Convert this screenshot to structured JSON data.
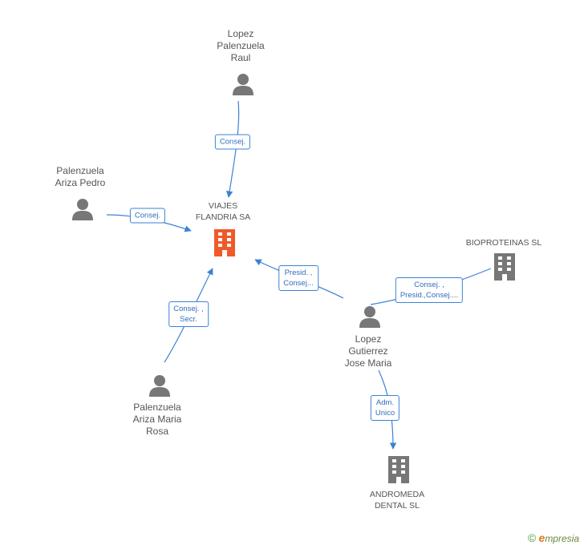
{
  "nodes": {
    "viajes": {
      "label": "VIAJES\nFLANDRIA SA",
      "type": "company",
      "highlight": true
    },
    "lopez_raul": {
      "label": "Lopez\nPalenzuela\nRaul",
      "type": "person"
    },
    "palenzuela_pedro": {
      "label": "Palenzuela\nAriza Pedro",
      "type": "person"
    },
    "palenzuela_rosa": {
      "label": "Palenzuela\nAriza Maria\nRosa",
      "type": "person"
    },
    "lopez_jose": {
      "label": "Lopez\nGutierrez\nJose Maria",
      "type": "person"
    },
    "bioproteinas": {
      "label": "BIOPROTEINAS SL",
      "type": "company"
    },
    "andromeda": {
      "label": "ANDROMEDA\nDENTAL SL",
      "type": "company"
    }
  },
  "edges": {
    "raul_viajes": {
      "label": "Consej."
    },
    "pedro_viajes": {
      "label": "Consej."
    },
    "rosa_viajes": {
      "label": "Consej. ,\nSecr."
    },
    "jose_viajes": {
      "label": "Presid. ,\nConsej..."
    },
    "jose_bio": {
      "label": "Consej. ,\nPresid.,Consej...."
    },
    "jose_andromeda": {
      "label": "Adm.\nUnico"
    }
  },
  "colors": {
    "edge": "#3b82d6",
    "person_icon": "#777777",
    "company_icon": "#777777",
    "highlight_company": "#f05a28"
  },
  "brand": {
    "symbol": "©",
    "initial": "e",
    "text": "mpresia"
  }
}
